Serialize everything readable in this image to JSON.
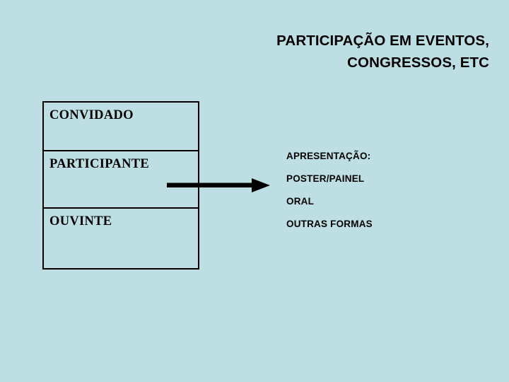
{
  "slide": {
    "background_color": "#bddfe4",
    "text_color": "#000000",
    "title": {
      "line1": "PARTICIPAÇÃO EM EVENTOS,",
      "line2": "CONGRESSOS, ETC"
    },
    "category_table": {
      "rows": [
        {
          "label": "CONVIDADO"
        },
        {
          "label": "PARTICIPANTE"
        },
        {
          "label": "OUVINTE"
        }
      ],
      "border_color": "#000000"
    },
    "arrow": {
      "icon": "arrow-right-icon",
      "color": "#000000",
      "direction": "right"
    },
    "presentation_list": {
      "items": [
        "APRESENTAÇÃO:",
        "POSTER/PAINEL",
        "ORAL",
        "OUTRAS FORMAS"
      ]
    }
  }
}
